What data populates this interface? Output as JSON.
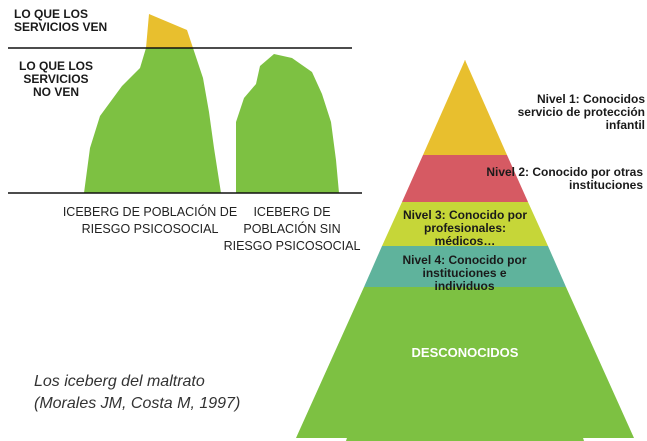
{
  "labels": {
    "visible": "LO QUE LOS SERVICIOS VEN",
    "hidden": "LO QUE LOS SERVICIOS NO VEN"
  },
  "icebergs": [
    {
      "caption": "ICEBERG DE POBLACIÓN DE RIESGO PSICOSOCIAL"
    },
    {
      "caption": "ICEBERG DE POBLACIÓN SIN RIESGO PSICOSOCIAL"
    }
  ],
  "pyramid": {
    "levels": [
      {
        "label": "Nivel 1: Conocidos servicio de protección infantil",
        "color": "#e8bf2e"
      },
      {
        "label": "Nivel 2: Conocido por otras instituciones",
        "color": "#d65a63"
      },
      {
        "label": "Nivel 3: Conocido por profesionales: médicos…",
        "color": "#c6d638"
      },
      {
        "label": "Nivel 4: Conocido por instituciones e individuos",
        "color": "#5fb39c"
      },
      {
        "label": "DESCONOCIDOS",
        "color": "#7dc142"
      }
    ]
  },
  "citation": "Los iceberg del maltrato (Morales JM, Costa M, 1997)",
  "colors": {
    "iceberg_green": "#7dc142",
    "iceberg_tip": "#e8bf2e",
    "line": "#111111"
  }
}
